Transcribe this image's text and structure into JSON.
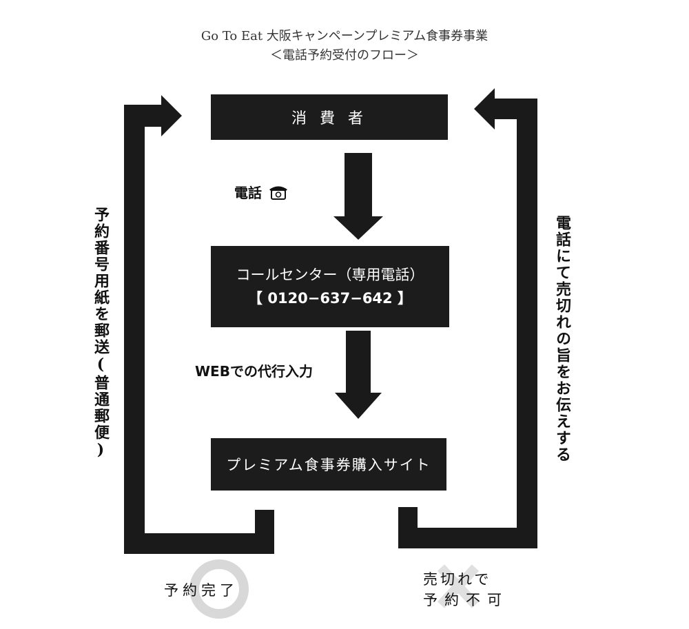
{
  "header": {
    "title": "Go To Eat 大阪キャンペーンプレミアム食事券事業",
    "subtitle": "＜電話予約受付のフロー＞"
  },
  "nodes": {
    "consumer": "消 費 者",
    "call_center_line1": "コールセンター（専用電話）",
    "call_center_line2": "【 0120−637−642 】",
    "site": "プレミアム食事券購入サイト"
  },
  "edges": {
    "phone": "電話",
    "phone_icon": "telephone-icon",
    "web_input": "WEBでの代行入力"
  },
  "loops": {
    "left_text": "予約番号用紙を郵送(普通郵便)",
    "right_text": "電話にて売切れの旨をお伝えする",
    "left_outcome": "予約完了",
    "right_outcome_line1": "売切れで",
    "right_outcome_line2": "予約不可"
  }
}
